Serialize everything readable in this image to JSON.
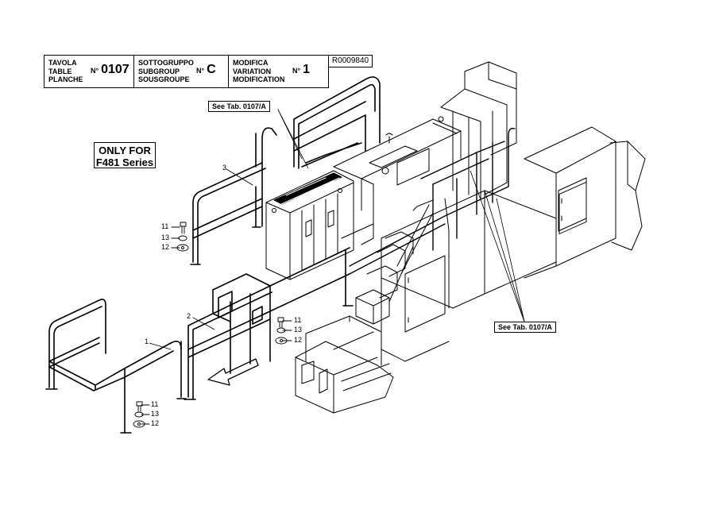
{
  "title_block": {
    "table": {
      "labels": [
        "TAVOLA",
        "TABLE",
        "PLANCHE"
      ],
      "no": "N°",
      "value": "0107"
    },
    "subgroup": {
      "labels": [
        "SOTTOGRUPPO",
        "SUBGROUP",
        "SOUSGROUPE"
      ],
      "no": "N°",
      "value": "C"
    },
    "modification": {
      "labels": [
        "MODIFICA",
        "VARIATION",
        "MODIFICATION"
      ],
      "no": "N°",
      "value": "1"
    }
  },
  "reference": "R0009840",
  "note": {
    "line1": "ONLY FOR",
    "line2": "F481 Series"
  },
  "callouts": {
    "top": "See Tab. 0107/A",
    "right": "See Tab. 0107/A"
  },
  "part_labels": {
    "p1": "1",
    "p2": "2",
    "p3": "3",
    "g1": {
      "a": "11",
      "b": "13",
      "c": "12"
    },
    "g2": {
      "a": "11",
      "b": "13",
      "c": "12"
    },
    "g3": {
      "a": "11",
      "b": "13",
      "c": "12"
    }
  }
}
